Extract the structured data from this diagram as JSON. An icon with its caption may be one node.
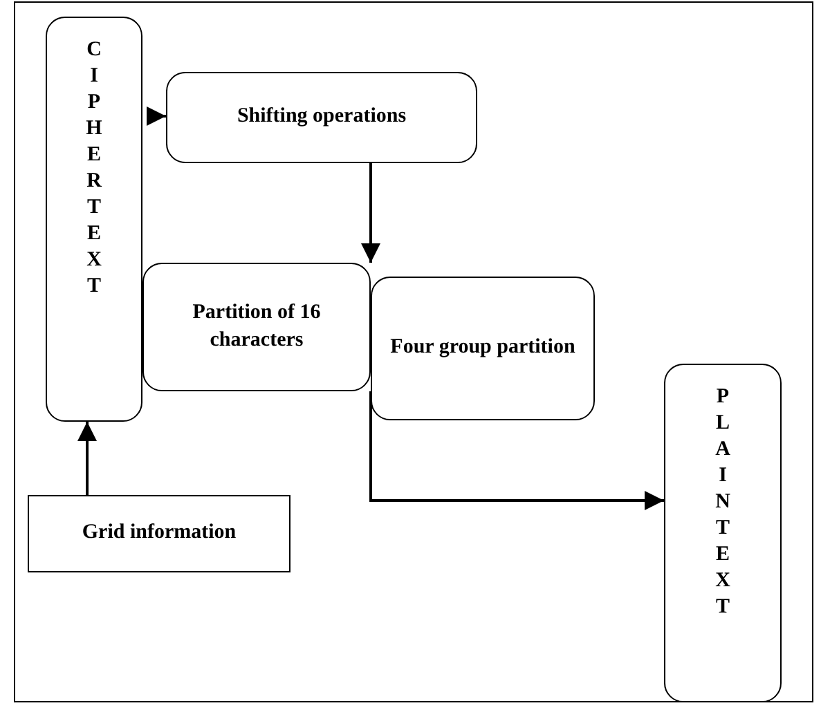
{
  "diagram": {
    "nodes": [
      {
        "text": [
          "CIPHER TEXT"
        ]
      },
      {
        "text": [
          "Shifting operations"
        ]
      },
      {
        "text": [
          "Partition of 16 characters"
        ]
      },
      {
        "text": [
          "Four group partition"
        ]
      },
      {
        "text": [
          "PLAIN TEXT"
        ]
      },
      {
        "text": [
          "Grid information"
        ]
      }
    ],
    "edges": [
      {
        "from": 5,
        "to": 0,
        "arrow": "to"
      },
      {
        "from": 0,
        "to": 1,
        "arrow": "to"
      },
      {
        "from": 1,
        "to": 2,
        "arrow": "to"
      },
      {
        "from": 2,
        "to": 4,
        "arrow": "to"
      }
    ]
  }
}
